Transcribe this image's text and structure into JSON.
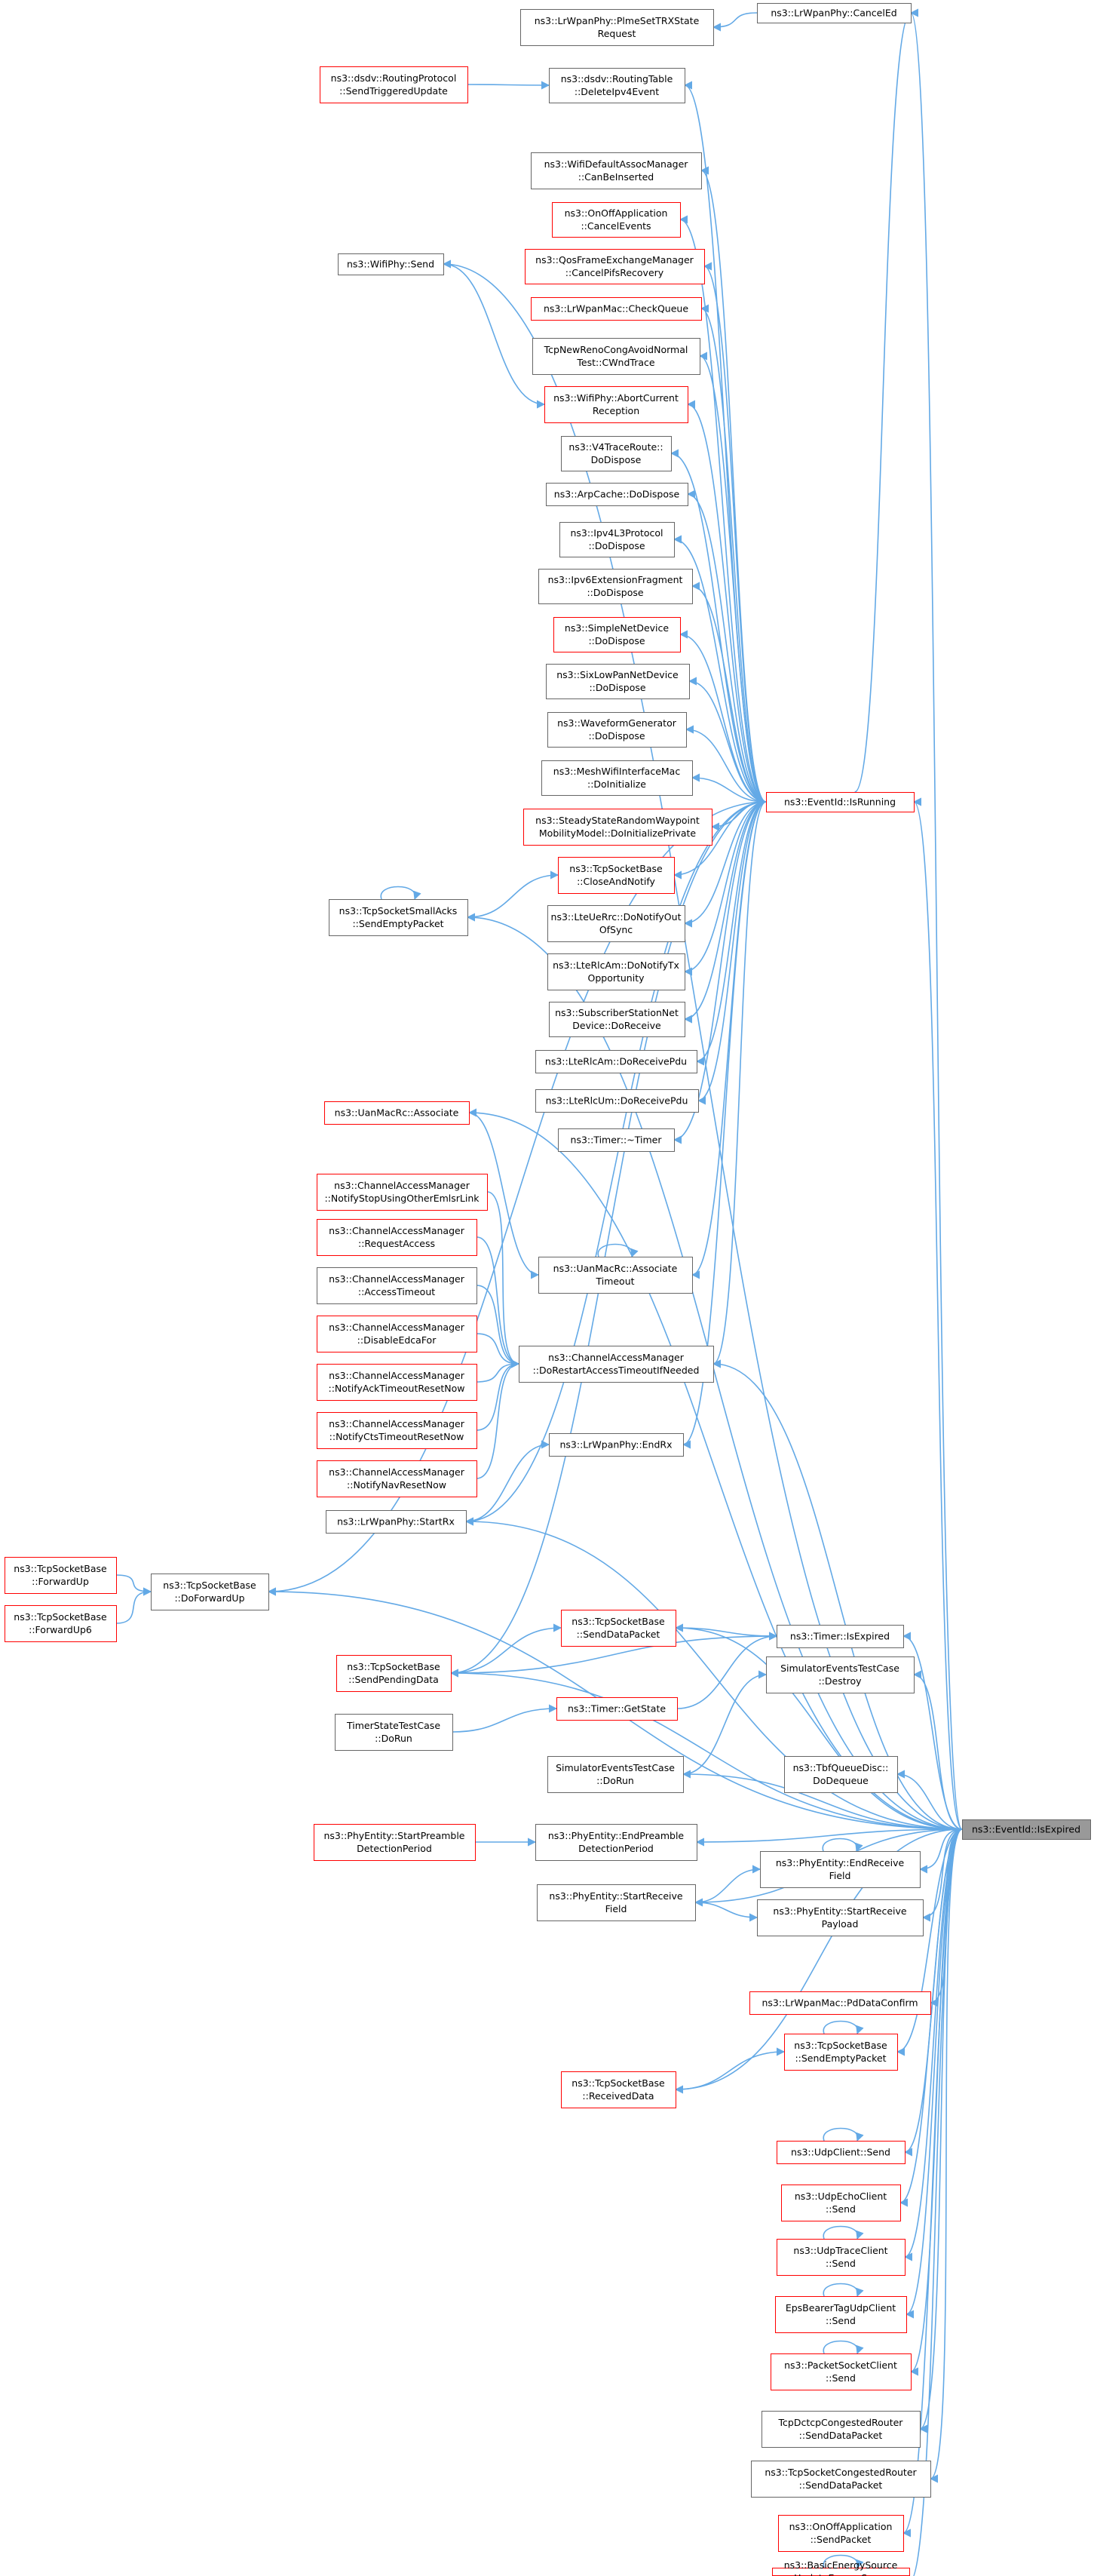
{
  "diagram": {
    "colors": {
      "edge": "#63a9e6",
      "node_border": "#666666",
      "node_border_red": "#ff0000",
      "node_fill_red": "#fff0f0",
      "root_fill": "#999999",
      "root_border": "#666666"
    },
    "nodes": [
      {
        "id": "cancel_ed",
        "lines": [
          "ns3::LrWpanPhy::CancelEd"
        ],
        "style": "normal"
      },
      {
        "id": "plme_set",
        "lines": [
          "ns3::LrWpanPhy::PlmeSetTRXState",
          "Request"
        ],
        "style": "normal"
      },
      {
        "id": "dsdv_send_triggered",
        "lines": [
          "ns3::dsdv::RoutingProtocol",
          "::SendTriggeredUpdate"
        ],
        "style": "red"
      },
      {
        "id": "dsdv_delete",
        "lines": [
          "ns3::dsdv::RoutingTable",
          "::DeleteIpv4Event"
        ],
        "style": "normal"
      },
      {
        "id": "wifi_assoc",
        "lines": [
          "ns3::WifiDefaultAssocManager",
          "::CanBeInserted"
        ],
        "style": "normal"
      },
      {
        "id": "onoff_cancel",
        "lines": [
          "ns3::OnOffApplication",
          "::CancelEvents"
        ],
        "style": "red"
      },
      {
        "id": "wifiphy_send",
        "lines": [
          "ns3::WifiPhy::Send"
        ],
        "style": "normal"
      },
      {
        "id": "qos_cancel",
        "lines": [
          "ns3::QosFrameExchangeManager",
          "::CancelPifsRecovery"
        ],
        "style": "red"
      },
      {
        "id": "lrwpanmac_check",
        "lines": [
          "ns3::LrWpanMac::CheckQueue"
        ],
        "style": "red"
      },
      {
        "id": "tcpnewreno",
        "lines": [
          "TcpNewRenoCongAvoidNormal",
          "Test::CWndTrace"
        ],
        "style": "normal"
      },
      {
        "id": "wifiphy_abort",
        "lines": [
          "ns3::WifiPhy::AbortCurrent",
          "Reception"
        ],
        "style": "red"
      },
      {
        "id": "v4trace",
        "lines": [
          "ns3::V4TraceRoute::",
          "DoDispose"
        ],
        "style": "normal"
      },
      {
        "id": "arpcache",
        "lines": [
          "ns3::ArpCache::DoDispose"
        ],
        "style": "normal"
      },
      {
        "id": "ipv4l3",
        "lines": [
          "ns3::Ipv4L3Protocol",
          "::DoDispose"
        ],
        "style": "normal"
      },
      {
        "id": "ipv6ext",
        "lines": [
          "ns3::Ipv6ExtensionFragment",
          "::DoDispose"
        ],
        "style": "normal"
      },
      {
        "id": "simplenet",
        "lines": [
          "ns3::SimpleNetDevice",
          "::DoDispose"
        ],
        "style": "red"
      },
      {
        "id": "sixlowpan",
        "lines": [
          "ns3::SixLowPanNetDevice",
          "::DoDispose"
        ],
        "style": "normal"
      },
      {
        "id": "waveform",
        "lines": [
          "ns3::WaveformGenerator",
          "::DoDispose"
        ],
        "style": "normal"
      },
      {
        "id": "meshwifi",
        "lines": [
          "ns3::MeshWifiInterfaceMac",
          "::DoInitialize"
        ],
        "style": "normal"
      },
      {
        "id": "eventid_isrunning",
        "lines": [
          "ns3::EventId::IsRunning"
        ],
        "style": "red"
      },
      {
        "id": "steadystate",
        "lines": [
          "ns3::SteadyStateRandomWaypoint",
          "MobilityModel::DoInitializePrivate"
        ],
        "style": "red"
      },
      {
        "id": "tcp_closeandnotify",
        "lines": [
          "ns3::TcpSocketBase",
          "::CloseAndNotify"
        ],
        "style": "red"
      },
      {
        "id": "tcpsmallacks",
        "lines": [
          "ns3::TcpSocketSmallAcks",
          "::SendEmptyPacket"
        ],
        "style": "normal"
      },
      {
        "id": "lteuerrc",
        "lines": [
          "ns3::LteUeRrc::DoNotifyOut",
          "OfSync"
        ],
        "style": "normal"
      },
      {
        "id": "lterlcam_tx",
        "lines": [
          "ns3::LteRlcAm::DoNotifyTx",
          "Opportunity"
        ],
        "style": "normal"
      },
      {
        "id": "subscriber",
        "lines": [
          "ns3::SubscriberStationNet",
          "Device::DoReceive"
        ],
        "style": "normal"
      },
      {
        "id": "lterlcam_rx",
        "lines": [
          "ns3::LteRlcAm::DoReceivePdu"
        ],
        "style": "normal"
      },
      {
        "id": "lterlcum_rx",
        "lines": [
          "ns3::LteRlcUm::DoReceivePdu"
        ],
        "style": "normal"
      },
      {
        "id": "uanmacrc_assoc",
        "lines": [
          "ns3::UanMacRc::Associate"
        ],
        "style": "red"
      },
      {
        "id": "timer_dtor",
        "lines": [
          "ns3::Timer::~Timer"
        ],
        "style": "normal"
      },
      {
        "id": "cam_notifystop",
        "lines": [
          "ns3::ChannelAccessManager",
          "::NotifyStopUsingOtherEmlsrLink"
        ],
        "style": "red"
      },
      {
        "id": "cam_request",
        "lines": [
          "ns3::ChannelAccessManager",
          "::RequestAccess"
        ],
        "style": "red"
      },
      {
        "id": "uanmacrc_assoc_timeout",
        "lines": [
          "ns3::UanMacRc::Associate",
          "Timeout"
        ],
        "style": "normal"
      },
      {
        "id": "cam_timeout",
        "lines": [
          "ns3::ChannelAccessManager",
          "::AccessTimeout"
        ],
        "style": "normal"
      },
      {
        "id": "cam_disable",
        "lines": [
          "ns3::ChannelAccessManager",
          "::DisableEdcaFor"
        ],
        "style": "red"
      },
      {
        "id": "cam_restart",
        "lines": [
          "ns3::ChannelAccessManager",
          "::DoRestartAccessTimeoutIfNeeded"
        ],
        "style": "normal"
      },
      {
        "id": "cam_ack",
        "lines": [
          "ns3::ChannelAccessManager",
          "::NotifyAckTimeoutResetNow"
        ],
        "style": "red"
      },
      {
        "id": "cam_cts",
        "lines": [
          "ns3::ChannelAccessManager",
          "::NotifyCtsTimeoutResetNow"
        ],
        "style": "red"
      },
      {
        "id": "lrwpanphy_endrx",
        "lines": [
          "ns3::LrWpanPhy::EndRx"
        ],
        "style": "normal"
      },
      {
        "id": "cam_nav",
        "lines": [
          "ns3::ChannelAccessManager",
          "::NotifyNavResetNow"
        ],
        "style": "red"
      },
      {
        "id": "lrwpanphy_startrx",
        "lines": [
          "ns3::LrWpanPhy::StartRx"
        ],
        "style": "normal"
      },
      {
        "id": "tcp_forwardup",
        "lines": [
          "ns3::TcpSocketBase",
          "::ForwardUp"
        ],
        "style": "red"
      },
      {
        "id": "tcp_doforwardup",
        "lines": [
          "ns3::TcpSocketBase",
          "::DoForwardUp"
        ],
        "style": "normal"
      },
      {
        "id": "tcp_forwardup6",
        "lines": [
          "ns3::TcpSocketBase",
          "::ForwardUp6"
        ],
        "style": "red"
      },
      {
        "id": "tcp_senddatapacket",
        "lines": [
          "ns3::TcpSocketBase",
          "::SendDataPacket"
        ],
        "style": "red"
      },
      {
        "id": "timer_isexpired",
        "lines": [
          "ns3::Timer::IsExpired"
        ],
        "style": "normal"
      },
      {
        "id": "tcp_sendpending",
        "lines": [
          "ns3::TcpSocketBase",
          "::SendPendingData"
        ],
        "style": "red"
      },
      {
        "id": "sim_destroy",
        "lines": [
          "SimulatorEventsTestCase",
          "::Destroy"
        ],
        "style": "normal"
      },
      {
        "id": "timer_getstate",
        "lines": [
          "ns3::Timer::GetState"
        ],
        "style": "red"
      },
      {
        "id": "timerstate_dorun",
        "lines": [
          "TimerStateTestCase",
          "::DoRun"
        ],
        "style": "normal"
      },
      {
        "id": "sim_dorun",
        "lines": [
          "SimulatorEventsTestCase",
          "::DoRun"
        ],
        "style": "normal"
      },
      {
        "id": "tbf_dequeue",
        "lines": [
          "ns3::TbfQueueDisc::",
          "DoDequeue"
        ],
        "style": "normal"
      },
      {
        "id": "eventid_isexpired",
        "lines": [
          "ns3::EventId::IsExpired"
        ],
        "style": "root"
      },
      {
        "id": "phy_startpreamble",
        "lines": [
          "ns3::PhyEntity::StartPreamble",
          "DetectionPeriod"
        ],
        "style": "red"
      },
      {
        "id": "phy_endpreamble",
        "lines": [
          "ns3::PhyEntity::EndPreamble",
          "DetectionPeriod"
        ],
        "style": "normal"
      },
      {
        "id": "phy_endreceive",
        "lines": [
          "ns3::PhyEntity::EndReceive",
          "Field"
        ],
        "style": "normal"
      },
      {
        "id": "phy_startreceive",
        "lines": [
          "ns3::PhyEntity::StartReceive",
          "Field"
        ],
        "style": "normal"
      },
      {
        "id": "phy_startpayload",
        "lines": [
          "ns3::PhyEntity::StartReceive",
          "Payload"
        ],
        "style": "normal"
      },
      {
        "id": "lrwpanmac_pd",
        "lines": [
          "ns3::LrWpanMac::PdDataConfirm"
        ],
        "style": "red"
      },
      {
        "id": "tcp_sendempty",
        "lines": [
          "ns3::TcpSocketBase",
          "::SendEmptyPacket"
        ],
        "style": "red"
      },
      {
        "id": "tcp_receiveddata",
        "lines": [
          "ns3::TcpSocketBase",
          "::ReceivedData"
        ],
        "style": "red"
      },
      {
        "id": "udpclient_send",
        "lines": [
          "ns3::UdpClient::Send"
        ],
        "style": "red"
      },
      {
        "id": "udpecho_send",
        "lines": [
          "ns3::UdpEchoClient",
          "::Send"
        ],
        "style": "red"
      },
      {
        "id": "udptrace_send",
        "lines": [
          "ns3::UdpTraceClient",
          "::Send"
        ],
        "style": "red"
      },
      {
        "id": "epsbearer_send",
        "lines": [
          "EpsBearerTagUdpClient",
          "::Send"
        ],
        "style": "red"
      },
      {
        "id": "packetsocket_send",
        "lines": [
          "ns3::PacketSocketClient",
          "::Send"
        ],
        "style": "red"
      },
      {
        "id": "tcpdctcp",
        "lines": [
          "TcpDctcpCongestedRouter",
          "::SendDataPacket"
        ],
        "style": "normal"
      },
      {
        "id": "tcpcongested",
        "lines": [
          "ns3::TcpSocketCongestedRouter",
          "::SendDataPacket"
        ],
        "style": "normal"
      },
      {
        "id": "onoff_sendpacket",
        "lines": [
          "ns3::OnOffApplication",
          "::SendPacket"
        ],
        "style": "red"
      },
      {
        "id": "basicenergy",
        "lines": [
          "ns3::BasicEnergySource",
          "::UpdateEnergySource"
        ],
        "style": "red"
      }
    ]
  }
}
